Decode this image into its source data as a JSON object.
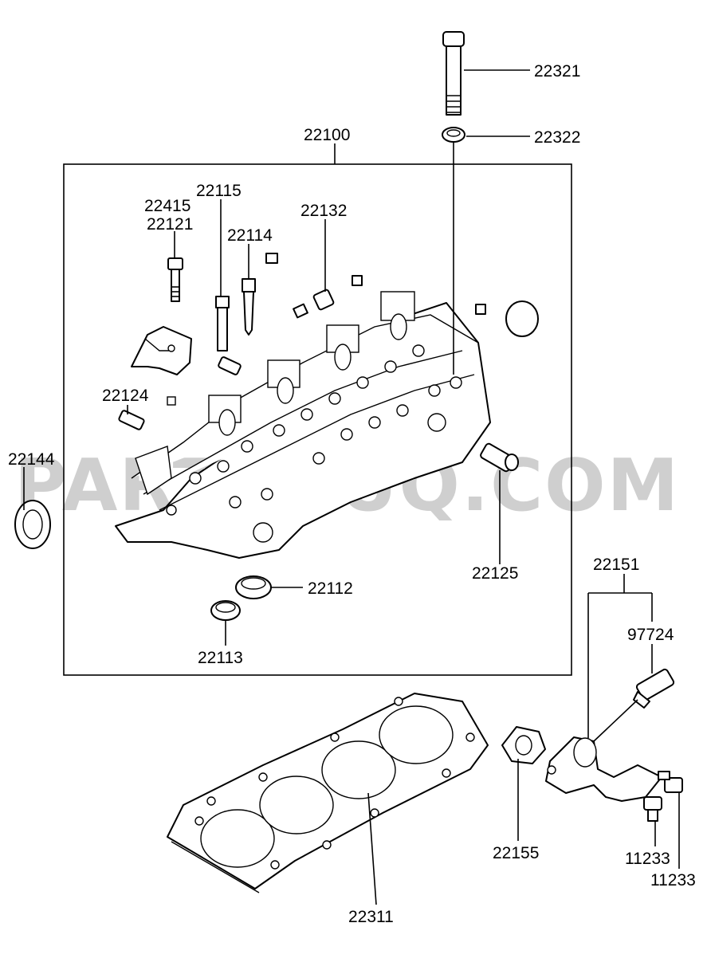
{
  "watermark": "PARTSOUQ.COM",
  "parts": {
    "p22321": "22321",
    "p22322": "22322",
    "p22100": "22100",
    "p22115": "22115",
    "p22415": "22415",
    "p22121": "22121",
    "p22114": "22114",
    "p22132": "22132",
    "p22124": "22124",
    "p22144": "22144",
    "p22125": "22125",
    "p22112": "22112",
    "p22113": "22113",
    "p22151": "22151",
    "p97724": "97724",
    "p22155": "22155",
    "p11233a": "11233",
    "p11233b": "11233",
    "p22311": "22311"
  }
}
